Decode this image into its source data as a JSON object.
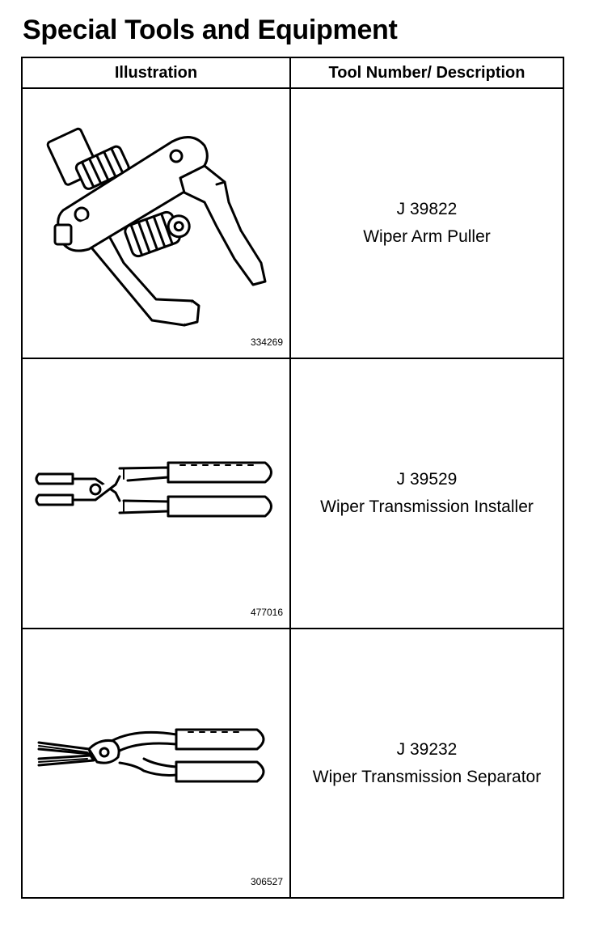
{
  "page": {
    "title": "Special Tools and Equipment"
  },
  "table": {
    "headers": {
      "illustration": "Illustration",
      "description": "Tool Number/ Description"
    },
    "rows": [
      {
        "figure_id": "334269",
        "tool_number": "J 39822",
        "description": "Wiper Arm Puller",
        "icon": "wiper-arm-puller-icon"
      },
      {
        "figure_id": "477016",
        "tool_number": "J 39529",
        "description": "Wiper Transmission Installer",
        "icon": "installer-pliers-icon"
      },
      {
        "figure_id": "306527",
        "tool_number": "J 39232",
        "description": "Wiper Transmission Separator",
        "icon": "separator-pliers-icon"
      }
    ]
  },
  "colors": {
    "ink": "#000000",
    "paper": "#ffffff"
  }
}
